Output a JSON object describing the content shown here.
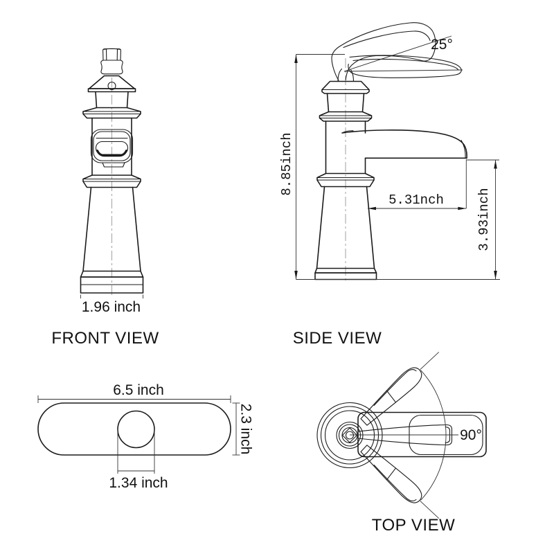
{
  "drawing": {
    "title": "faucet-dimension-drawing",
    "line_color": "#1a1a1a",
    "background": "#ffffff"
  },
  "front_view": {
    "label": "FRONT VIEW",
    "base_width": "1.96 inch"
  },
  "side_view": {
    "label": "SIDE VIEW",
    "overall_height": "8.85inch",
    "spout_reach": "5.31nch",
    "spout_height": "3.93inch",
    "handle_lift_angle": "25°"
  },
  "base_plate_view": {
    "plate_width": "6.5 inch",
    "plate_depth": "2.3 inch",
    "hole_diameter": "1.34 inch"
  },
  "top_view": {
    "label": "TOP VIEW",
    "handle_swivel_angle": "90°"
  }
}
